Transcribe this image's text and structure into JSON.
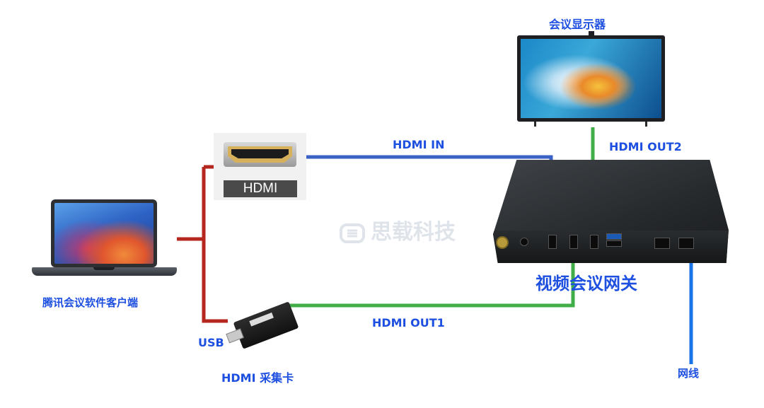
{
  "labels": {
    "monitor": "会议显示器",
    "hdmi_in": "HDMI IN",
    "hdmi_out2": "HDMI OUT2",
    "hdmi_out1": "HDMI OUT1",
    "gateway": "视频会议网关",
    "laptop": "腾讯会议软件客户端",
    "usb": "USB",
    "capture_card": "HDMI 采集卡",
    "network": "网线",
    "port_tag": "HDMI",
    "watermark": "思载科技"
  },
  "colors": {
    "label_blue": "#1d4fe0",
    "wire_red": "#b5261e",
    "wire_blue": "#3a62c4",
    "wire_green": "#3fae49",
    "wire_network": "#1a73e8"
  }
}
